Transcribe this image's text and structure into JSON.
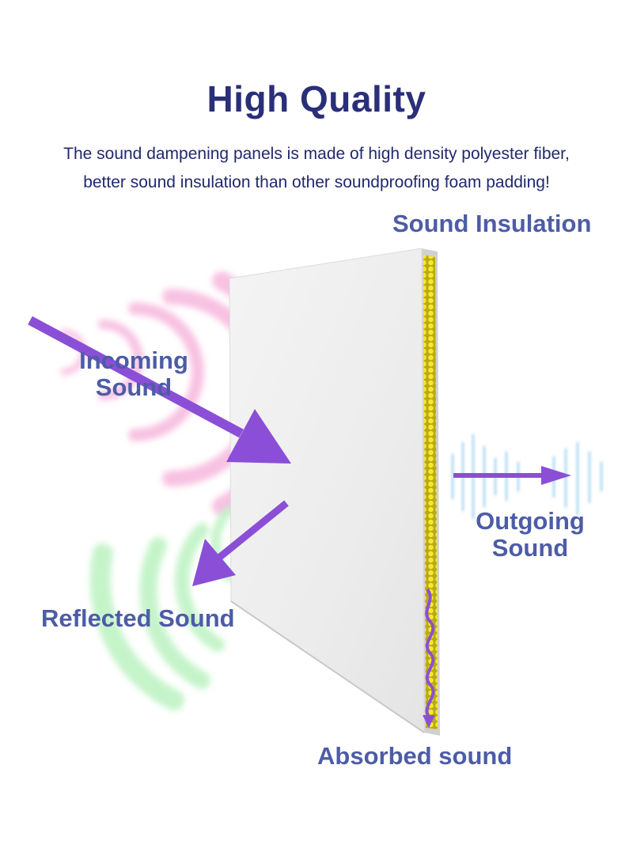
{
  "header": {
    "title": "High Quality",
    "description_line1": "The sound dampening panels is made of high density polyester fiber,",
    "description_line2": "better sound insulation than other soundproofing foam padding!"
  },
  "diagram": {
    "sound_insulation": "Sound Insulation",
    "incoming_line1": "Incoming",
    "incoming_line2": "Sound",
    "outgoing_line1": "Outgoing",
    "outgoing_line2": "Sound",
    "reflected": "Reflected Sound",
    "absorbed": "Absorbed sound"
  },
  "colors": {
    "title": "#2a2f7a",
    "labels": "#4d5ca6",
    "arrow": "#8a4fd6",
    "panel": "#ececec",
    "core": "#f3e226",
    "incoming_waves": "#f7b7dd",
    "reflected_waves": "#bff3c4",
    "outgoing_waves": "#9fd0f0"
  }
}
